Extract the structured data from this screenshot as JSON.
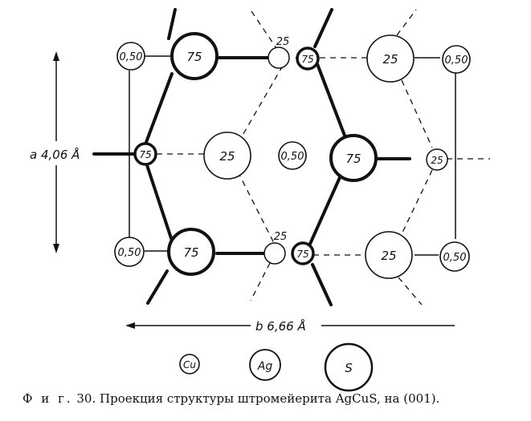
{
  "diagram": {
    "dimensions": {
      "a": "a 4,06 Å",
      "b": "b 6,66 Å"
    },
    "atom_labels": {
      "cu_050": "0,50",
      "s_75": "75",
      "s_25": "25",
      "cu_75": "75",
      "cu_25": "25"
    },
    "legend": {
      "cu": "Cu",
      "ag": "Ag",
      "s": "S"
    }
  },
  "caption": {
    "prefix": "Ф и г.",
    "text": " 30. Проекция структуры штромейерита AgCuS, на (001)."
  }
}
